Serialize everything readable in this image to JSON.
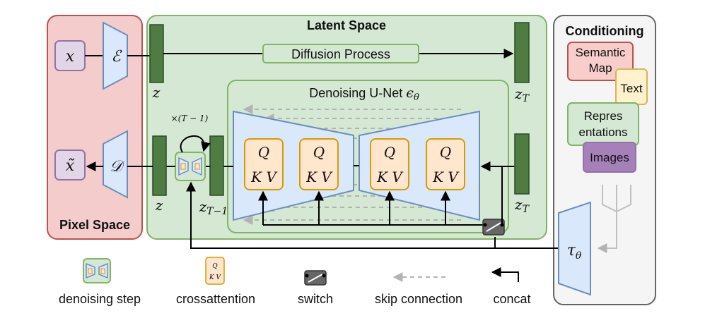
{
  "regions": {
    "pixel_space": "Pixel Space",
    "latent_space": "Latent Space",
    "conditioning": "Conditioning"
  },
  "diffusion_process": "Diffusion Process",
  "unet_title": "Denoising U-Net",
  "unet_symbol": "ϵθ",
  "symbols": {
    "x": "x",
    "x_tilde": "x̃",
    "encoder": "ℰ",
    "decoder": "𝒟",
    "z_top": "z",
    "z_bottom": "z",
    "zT_top": "zT",
    "zT_bottom": "zT",
    "zT_minus_1": "zT−1",
    "times": "×(T − 1)",
    "tau": "τθ"
  },
  "attention": {
    "q": "Q",
    "kv": "K V"
  },
  "conditioning_items": {
    "semantic_map": "Semantic Map",
    "text": "Text",
    "representations": "Repres entations",
    "images": "Images"
  },
  "legend": {
    "denoising_step": "denoising step",
    "crossattention": "crossattention",
    "switch": "switch",
    "skip_connection": "skip connection",
    "concat": "concat"
  },
  "colors": {
    "pixel_fill": "#f4cccc",
    "pixel_stroke": "#b85450",
    "latent_fill": "#d5e8d4",
    "latent_stroke": "#82b366",
    "cond_fill": "#f5f5f5",
    "cond_stroke": "#666666",
    "trap_fill": "#dae8fc",
    "trap_stroke": "#6c8ebf",
    "latent_bar": "#4e7c43",
    "attn_fill": "#ffe6cc",
    "attn_stroke": "#d79b00",
    "purple_fill": "#e1d5e7",
    "purple_stroke": "#9673a6",
    "images_fill": "#a680b8",
    "semantic_fill": "#f8cecc",
    "semantic_stroke": "#b85450",
    "text_fill": "#fff2cc",
    "text_stroke": "#d6b656",
    "repr_fill": "#d5e8d4",
    "repr_stroke": "#82b366"
  }
}
